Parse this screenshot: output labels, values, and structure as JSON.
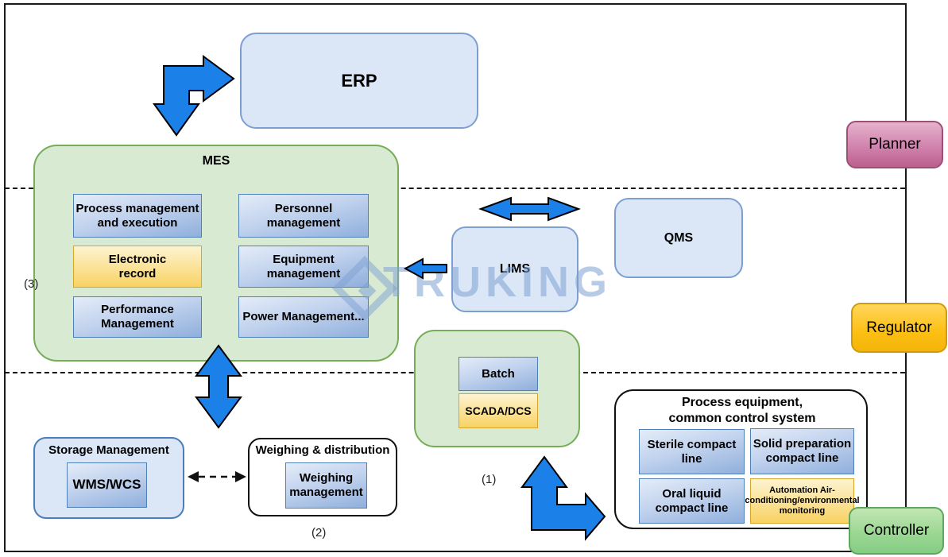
{
  "watermark": {
    "text": "TRUKING"
  },
  "notes": {
    "n1": "(1)",
    "n2": "(2)",
    "n3": "(3)"
  },
  "erp": {
    "label": "ERP"
  },
  "mes": {
    "title": "MES",
    "modules": {
      "process": "Process management and execution",
      "personnel": "Personnel management",
      "electronic": "Electronic record",
      "equipment": "Equipment management",
      "performance": "Performance Management",
      "power": "Power Management..."
    }
  },
  "lims": {
    "label": "LIMS"
  },
  "qms": {
    "label": "QMS"
  },
  "control_system": {
    "batch": "Batch",
    "scada": "SCADA/DCS"
  },
  "storage": {
    "title": "Storage Management",
    "module": "WMS/WCS"
  },
  "weighing": {
    "title": "Weighing & distribution",
    "module": "Weighing management"
  },
  "process_equipment": {
    "title": "Process equipment, common control system",
    "modules": {
      "sterile": "Sterile compact line",
      "solid": "Solid preparation compact line",
      "oral": "Oral liquid compact line",
      "automation": "Automation Air-conditioning/environmental monitoring"
    }
  },
  "roles": {
    "planner": "Planner",
    "regulator": "Regulator",
    "controller": "Controller"
  },
  "colors": {
    "arrow_blue": "#1b80e8",
    "container_green": "#d9ead3",
    "box_light_blue": "#dbe6f6",
    "module_blue_bottom": "#8fafdc",
    "module_yellow": "#f8d263",
    "role_planner_pink": "#bd5f8d",
    "role_regulator_orange": "#fcbf13",
    "role_controller_green": "#84cd84"
  }
}
